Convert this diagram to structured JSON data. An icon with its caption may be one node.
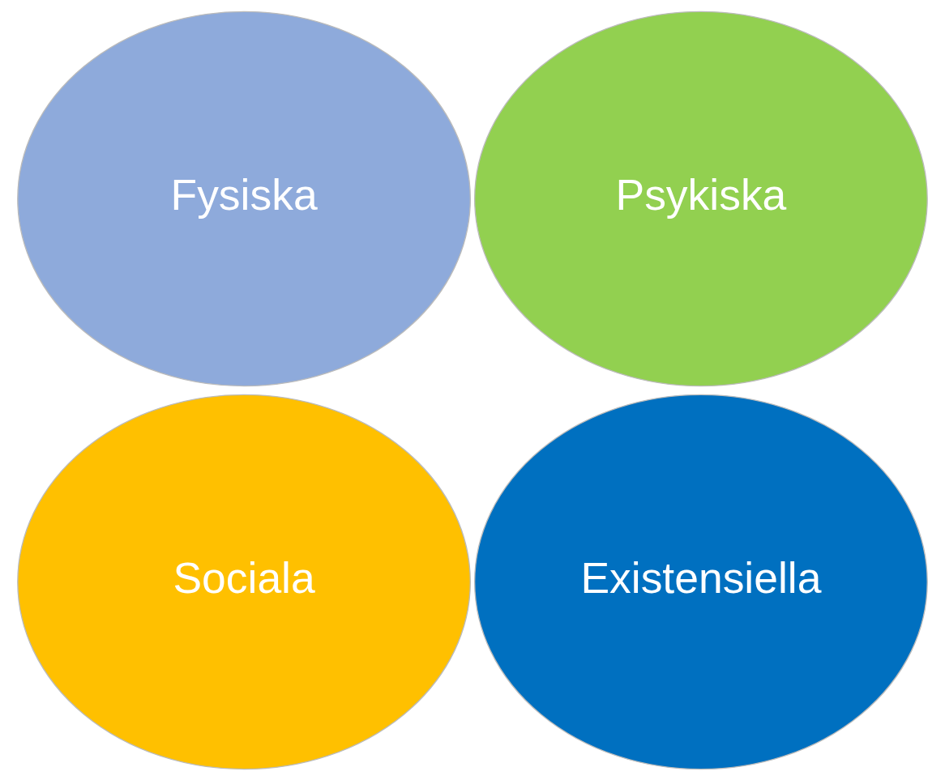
{
  "diagram": {
    "nodes": [
      {
        "text": [
          "Fysiska"
        ]
      },
      {
        "text": [
          "Psykiska"
        ]
      },
      {
        "text": [
          "Sociala"
        ]
      },
      {
        "text": [
          "Existensiella"
        ]
      }
    ],
    "edges": []
  }
}
